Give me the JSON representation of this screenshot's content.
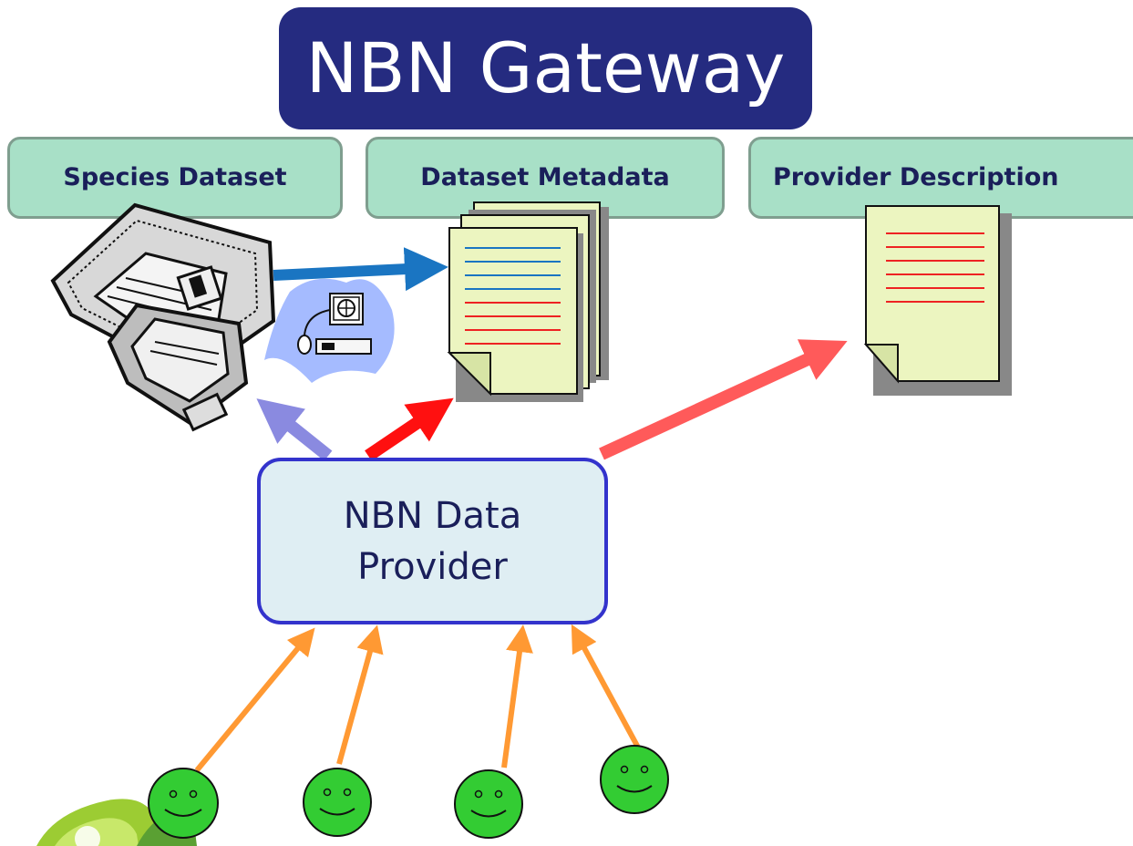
{
  "title": "NBN Gateway",
  "headers": {
    "species": "Species Dataset",
    "metadata": "Dataset Metadata",
    "provider": "Provider Description"
  },
  "provider_box": {
    "line1": "NBN Data",
    "line2": "Provider"
  },
  "colors": {
    "title_bg": "#252b80",
    "header_bg": "#a8e0c7",
    "provider_border": "#3333cc",
    "provider_bg": "#dfeef3",
    "arrow_blue": "#1a75c2",
    "arrow_red": "#ff1010",
    "arrow_salmon": "#ff5a5a",
    "arrow_lavender": "#8a8ae0",
    "arrow_orange": "#ff9933",
    "smiley": "#33cc33",
    "document": "#ecf5c0"
  },
  "icons": [
    "floppy-disks-icon",
    "computer-network-icon",
    "document-stack-icon",
    "document-icon",
    "smiley-face-icon",
    "leaf-logo-icon"
  ]
}
